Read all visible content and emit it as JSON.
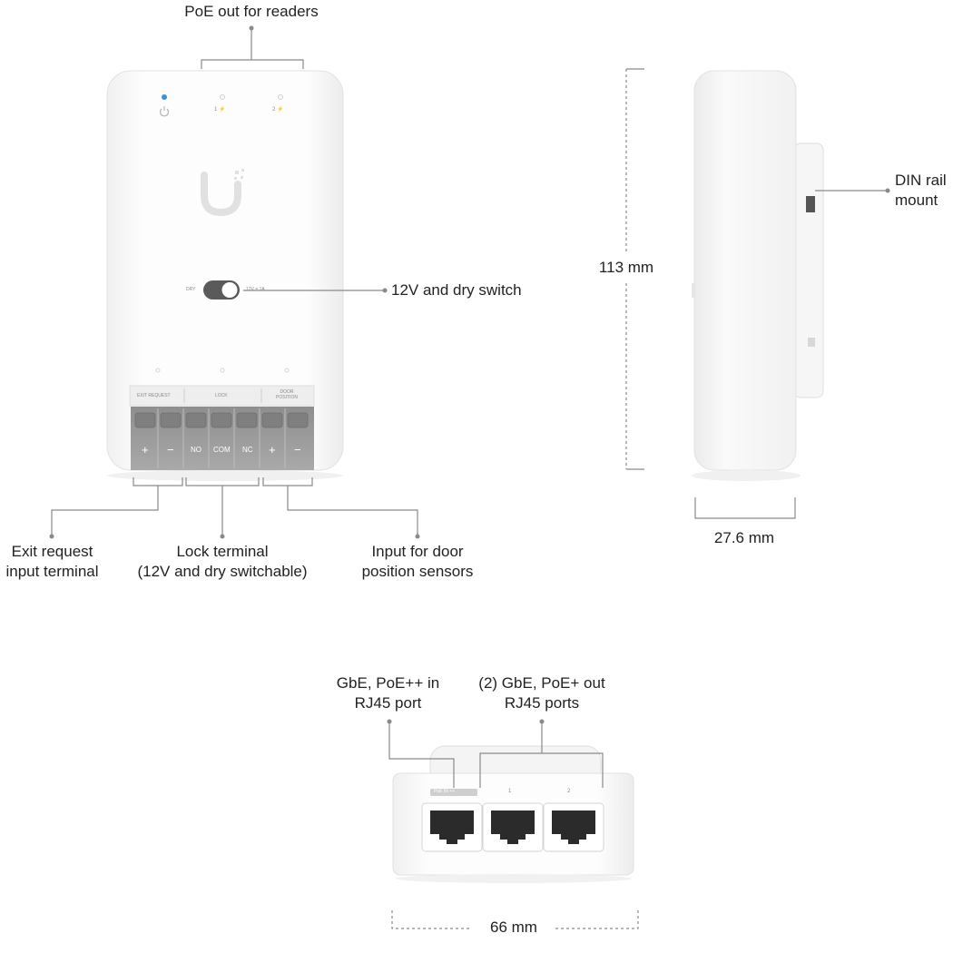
{
  "callouts": {
    "poe_out_readers": "PoE out for readers",
    "switch_12v_dry": "12V and dry switch",
    "din_rail_line1": "DIN rail",
    "din_rail_line2": "mount",
    "height": "113 mm",
    "depth": "27.6 mm",
    "exit_request_line1": "Exit request",
    "exit_request_line2": "input terminal",
    "lock_terminal_line1": "Lock terminal",
    "lock_terminal_line2": "(12V and dry switchable)",
    "door_position_line1": "Input for door",
    "door_position_line2": "position sensors",
    "poe_in_line1": "GbE, PoE++ in",
    "poe_in_line2": "RJ45 port",
    "poe_out_line1": "(2) GbE, PoE+ out",
    "poe_out_line2": "RJ45 ports",
    "width": "66 mm"
  },
  "device": {
    "port1_label": "1",
    "port2_label": "2",
    "switch_left": "DRY",
    "switch_right": "12V = 1A",
    "terminal_groups": [
      "EXIT REQUEST",
      "LOCK",
      "DOOR POSITION"
    ],
    "terminals": [
      "+",
      "−",
      "NO",
      "COM",
      "NC",
      "+",
      "−"
    ],
    "rear_port_labels": [
      "PoE IN ++",
      "1",
      "2"
    ]
  },
  "colors": {
    "led_blue": "#3b8fe0",
    "terminal_gray": "#9a9a9a",
    "device_white": "#fbfbfb"
  }
}
